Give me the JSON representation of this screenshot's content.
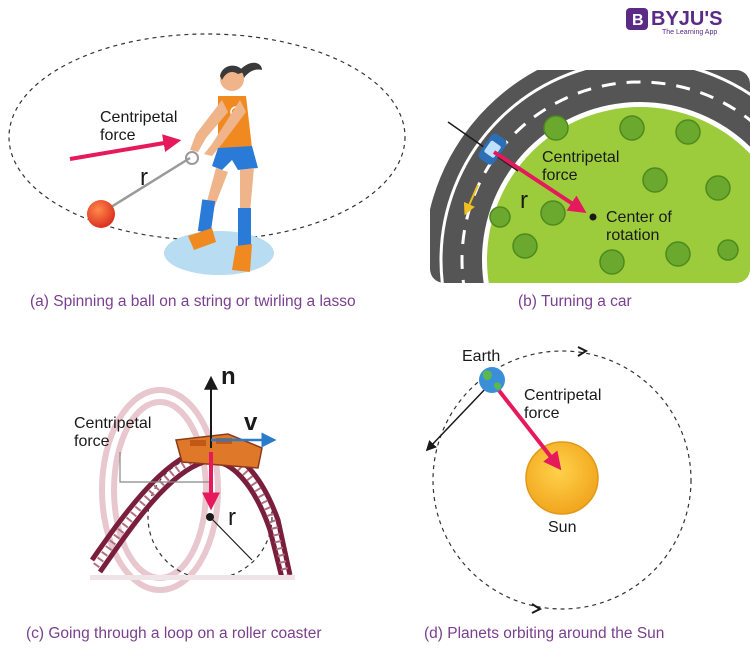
{
  "brand": {
    "name": "BYJU'S",
    "tagline": "The Learning App",
    "color": "#5b2a86"
  },
  "colors": {
    "force_arrow": "#e5195b",
    "caption": "#7a3f8f",
    "road": "#5a5a5a",
    "grass": "#9ccc3c",
    "sun": "#f5b520",
    "velocity": "#2a7bc8"
  },
  "panels": {
    "a": {
      "caption": "(a) Spinning a ball on a string or twirling a lasso",
      "force_label_line1": "Centripetal",
      "force_label_line2": "force",
      "radius_label": "r"
    },
    "b": {
      "caption": "(b) Turning a car",
      "force_label_line1": "Centripetal",
      "force_label_line2": "force",
      "radius_label": "r",
      "center_label_line1": "Center of",
      "center_label_line2": "rotation"
    },
    "c": {
      "caption": "(c) Going through a loop on a roller coaster",
      "force_label_line1": "Centripetal",
      "force_label_line2": "force",
      "normal_label": "n",
      "velocity_label": "v",
      "radius_label": "r"
    },
    "d": {
      "caption": "(d) Planets orbiting around the Sun",
      "earth_label": "Earth",
      "force_label_line1": "Centripetal",
      "force_label_line2": "force",
      "sun_label": "Sun"
    }
  }
}
